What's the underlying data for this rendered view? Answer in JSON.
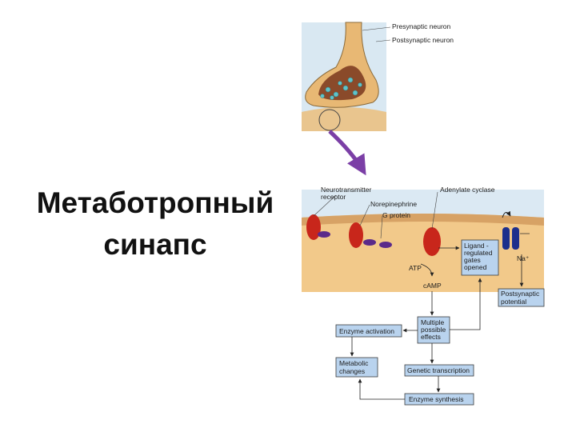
{
  "title": {
    "line1": "Метаботропный",
    "line2": "синапс"
  },
  "labels": {
    "presynaptic": "Presynaptic neuron",
    "postsynaptic": "Postsynaptic neuron",
    "receptor_line1": "Neurotransmitter",
    "receptor_line2": "receptor",
    "norepinephrine": "Norepinephrine",
    "g_protein": "G protein",
    "adenylate": "Adenylate cyclase",
    "atp": "ATP",
    "camp": "cAMP",
    "na": "Na⁺"
  },
  "boxes": {
    "ligand_l1": "Ligand -",
    "ligand_l2": "regulated",
    "ligand_l3": "gates",
    "ligand_l4": "opened",
    "post_l1": "Postsynaptic",
    "post_l2": "potential",
    "enzyme_activation": "Enzyme activation",
    "multi_l1": "Multiple",
    "multi_l2": "possible",
    "multi_l3": "effects",
    "meta_l1": "Metabolic",
    "meta_l2": "changes",
    "genetic": "Genetic transcription",
    "synthesis": "Enzyme synthesis"
  },
  "colors": {
    "cytoplasm": "#f2c98a",
    "membrane": "#d7a265",
    "extracellular": "#dbe9f3",
    "receptor": "#c8261b",
    "g_protein": "#5b2a8a",
    "channel": "#1d2f8c",
    "arrow": "#7b3fa6",
    "box": "#b9d3ee"
  }
}
